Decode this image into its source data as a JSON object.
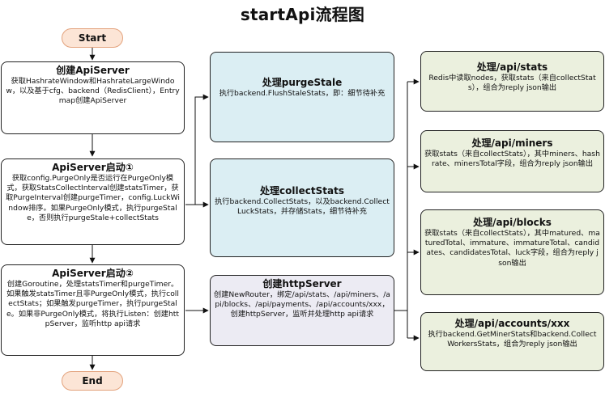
{
  "title": "startApi流程图",
  "start": "Start",
  "end": "End",
  "nodes": {
    "create_server": {
      "title": "创建ApiServer",
      "body": "获取HashrateWindow和HashrateLargeWindow，以及基于cfg、backend（RedisClient），Entry map创建ApiServer"
    },
    "start1": {
      "title": "ApiServer启动①",
      "body": "获取config.PurgeOnly是否运行在PurgeOnly模式，获取StatsCollectInterval创建statsTimer，获取PurgeInterval创建purgeTimer，config.LuckWindow排序。如果PurgeOnly模式，执行purgeStale，否则执行purgeStale+collectStats"
    },
    "start2": {
      "title": "ApiServer启动②",
      "body": "创建Goroutine，处理statsTimer和purgeTimer。如果触发statsTimer且非PurgeOnly模式，执行collectStats；如果触发purgeTimer，执行purgeStale。如果非PurgeOnly模式，将执行Listen：创建httpServer，监听http api请求"
    },
    "purge": {
      "title": "处理purgeStale",
      "body": "执行backend.FlushStaleStats，即：细节待补充"
    },
    "collect": {
      "title": "处理collectStats",
      "body": "执行backend.CollectStats，以及backend.CollectLuckStats，并存储Stats，细节待补充"
    },
    "http": {
      "title": "创建httpServer",
      "body": "创建NewRouter，绑定/api/stats、/api/miners、/api/blocks、/api/payments、/api/accounts/xxx，创建httpServer，监听并处理http api请求"
    },
    "api_stats": {
      "title": "处理/api/stats",
      "body": "Redis中读取nodes，获取stats（来自collectStats），组合为reply json输出"
    },
    "api_miners": {
      "title": "处理/api/miners",
      "body": "获取stats（来自collectStats），其中miners、hashrate、minersTotal字段，组合为reply json输出"
    },
    "api_blocks": {
      "title": "处理/api/blocks",
      "body": "获取stats（来自collectStats），其中matured、maturedTotal、immature、immatureTotal、candidates、candidatesTotal、luck字段，组合为reply json输出"
    },
    "api_accounts": {
      "title": "处理/api/accounts/xxx",
      "body": "执行backend.GetMinerStats和backend.CollectWorkersStats，组合为reply json输出"
    }
  },
  "colors": {
    "start_end_fill": "#fce5d6",
    "process_fill_blue": "#dbeef3",
    "process_fill_lavender": "#ecebf3",
    "process_fill_green": "#ebf0de",
    "connector": "#111111"
  }
}
